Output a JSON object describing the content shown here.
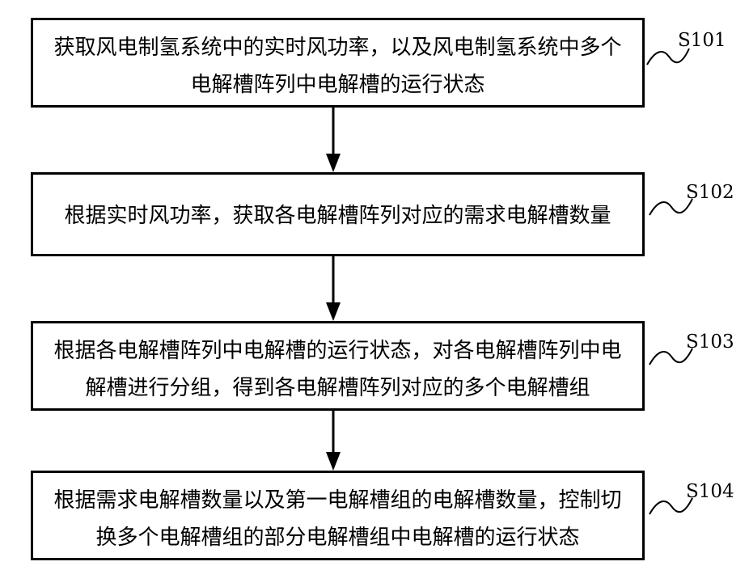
{
  "steps": [
    {
      "label": "S101",
      "lines": [
        "获取风电制氢系统中的实时风功率，以及风电制氢系统中多个",
        "电解槽阵列中电解槽的运行状态"
      ]
    },
    {
      "label": "S102",
      "lines": [
        "根据实时风功率，获取各电解槽阵列对应的需求电解槽数量"
      ]
    },
    {
      "label": "S103",
      "lines": [
        "根据各电解槽阵列中电解槽的运行状态，对各电解槽阵列中电",
        "解槽进行分组，得到各电解槽阵列对应的多个电解槽组"
      ]
    },
    {
      "label": "S104",
      "lines": [
        "根据需求电解槽数量以及第一电解槽组的电解槽数量，控制切",
        "换多个电解槽组的部分电解槽组中电解槽的运行状态"
      ]
    }
  ],
  "colors": {
    "stroke": "#000000",
    "background": "#ffffff"
  }
}
